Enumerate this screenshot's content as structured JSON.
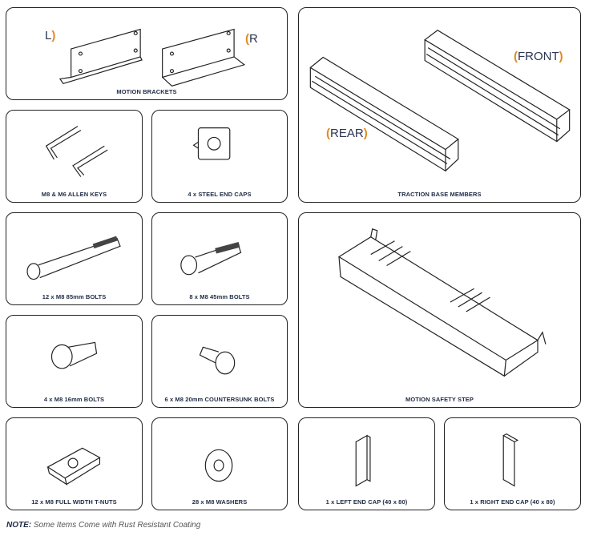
{
  "items": [
    {
      "label": "MOTION BRACKETS"
    },
    {
      "label": "TRACTION BASE MEMBERS"
    },
    {
      "label": "M8 & M6 ALLEN KEYS"
    },
    {
      "label": "4 x STEEL END CAPS"
    },
    {
      "label": "12 x M8 85mm BOLTS"
    },
    {
      "label": "8 x M8 45mm BOLTS"
    },
    {
      "label": "MOTION SAFETY STEP"
    },
    {
      "label": "4 x M8 16mm BOLTS"
    },
    {
      "label": "6 x M8 20mm COUNTERSUNK BOLTS"
    },
    {
      "label": "12 x M8 FULL WIDTH T-NUTS"
    },
    {
      "label": "28 x M8 WASHERS"
    },
    {
      "label": "1 x LEFT END CAP (40 x 80)"
    },
    {
      "label": "1 x RIGHT END CAP (40 x 80)"
    }
  ],
  "side_labels": {
    "left": "L",
    "right": "R",
    "front": "FRONT",
    "rear": "REAR",
    "open": "(",
    "close": ")"
  },
  "note": {
    "prefix": "NOTE:",
    "text": " Some Items Come with Rust Resistant Coating"
  }
}
